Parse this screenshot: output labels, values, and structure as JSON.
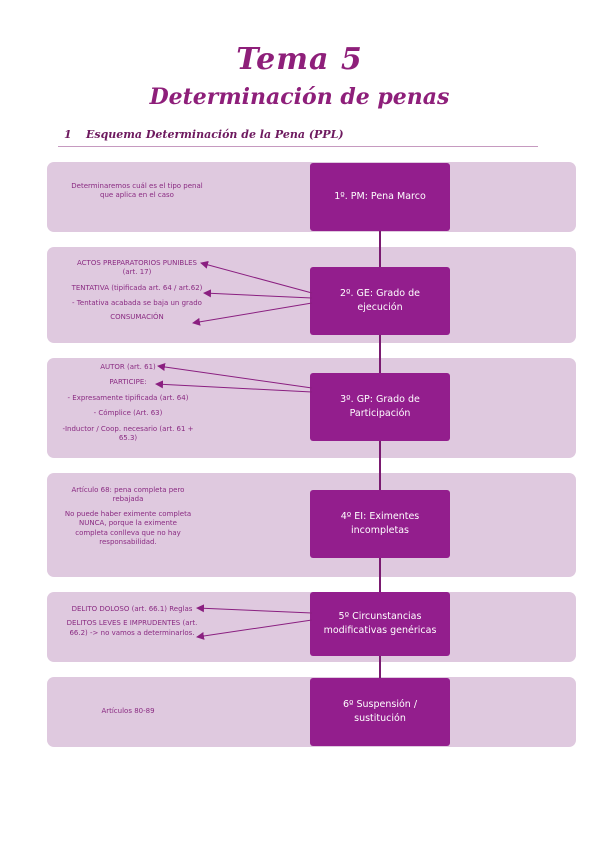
{
  "title": "Tema 5",
  "subtitle": "Determinación de penas",
  "section": {
    "number": "1",
    "label": "Esquema Determinación de la Pena (PPL)"
  },
  "rows": [
    {
      "box": "1º. PM: Pena Marco",
      "notes": [
        "Determinaremos cuál es el tipo penal",
        "que aplica en el caso"
      ]
    },
    {
      "box": "2º. GE: Grado de ejecución",
      "notes": [
        "ACTOS PREPARATORIOS PUNIBLES",
        "(art. 17)",
        "TENTATIVA (tipificada art. 64 / art.62)",
        "- Tentativa acabada se baja un grado",
        "CONSUMACIÓN"
      ]
    },
    {
      "box": "3º. GP: Grado de Participación",
      "notes": [
        "AUTOR (art. 61)",
        "PARTICIPE:",
        "- Expresamente tipificada (art. 64)",
        "- Cómplice (Art. 63)",
        "-Inductor / Coop. necesario (art. 61 +",
        "65.3)"
      ]
    },
    {
      "box": "4º EI: Eximentes incompletas",
      "notes": [
        "Artículo 68: pena completa pero",
        "rebajada",
        "No puede haber eximente completa",
        "NUNCA, porque la eximente",
        "completa conlleva que no hay",
        "responsabilidad."
      ]
    },
    {
      "box": "5º Circunstancias modificativas genéricas",
      "notes": [
        "DELITO DOLOSO (art. 66.1) Reglas",
        "DELITOS LEVES E IMPRUDENTES (art.",
        "66.2) -> no vamos a determinarlos."
      ]
    },
    {
      "box": "6º Suspensión / sustitución",
      "notes": [
        "Artículos 80-89"
      ]
    }
  ],
  "colors": {
    "band": "#dfc9df",
    "box": "#931e8d",
    "accent": "#8e1f7a",
    "arrow": "#8a1f80"
  }
}
